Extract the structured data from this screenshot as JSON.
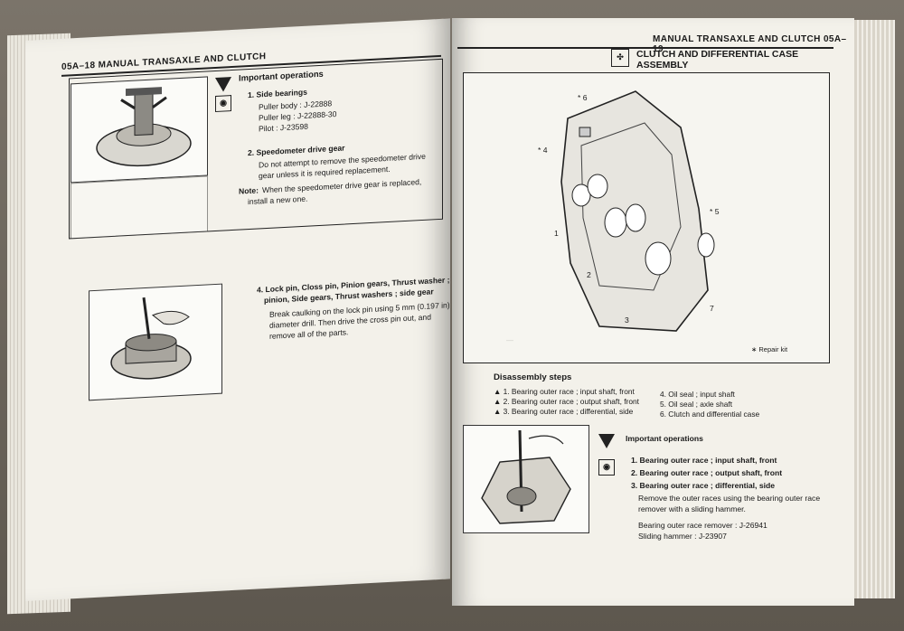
{
  "left_page": {
    "header": "05A–18  MANUAL TRANSAXLE AND CLUTCH",
    "important_title": "Important operations",
    "item1_title": "1.  Side bearings",
    "item1_lines": [
      "Puller body : J-22888",
      "Puller leg : J-22888-30",
      "Pilot : J-23598"
    ],
    "item2_title": "2.  Speedometer drive gear",
    "item2_lines": [
      "Do not attempt to remove the speedometer drive",
      "gear unless it is required replacement."
    ],
    "note_label": "Note:",
    "note_lines": [
      "When the speedometer drive gear is replaced,",
      "install a new one."
    ],
    "item4_title_lines": [
      "4.  Lock pin, Closs pin, Pinion gears, Thrust washer ;",
      "pinion, Side gears, Thrust washers ; side gear"
    ],
    "item4_lines": [
      "Break caulking on the lock pin using 5 mm (0.197 in)",
      "diameter drill.  Then drive the cross pin out, and",
      "remove all of the parts."
    ]
  },
  "right_page": {
    "header": "MANUAL TRANSAXLE AND CLUTCH  05A–19",
    "section_title_lines": [
      "CLUTCH AND DIFFERENTIAL CASE",
      "ASSEMBLY"
    ],
    "callouts": [
      "1",
      "2",
      "3",
      "* 4",
      "* 5",
      "* 6",
      "7"
    ],
    "repair_kit": "∗ Repair kit",
    "disassembly_title": "Disassembly steps",
    "steps_left": [
      "▲  1.  Bearing outer race ; input shaft, front",
      "▲  2.  Bearing outer race ; output shaft, front",
      "▲  3.  Bearing outer race ; differential, side"
    ],
    "steps_right": [
      "4.  Oil seal ; input shaft",
      "5.  Oil seal ; axle shaft",
      "6.  Clutch and differential case"
    ],
    "important_title": "Important operations",
    "ops": [
      "1.  Bearing outer race ; input shaft, front",
      "2.  Bearing outer race ; output shaft, front",
      "3.  Bearing outer race ; differential, side"
    ],
    "ops_desc": [
      "Remove the outer races using the bearing outer race",
      "remover with a sliding hammer."
    ],
    "tools": [
      "Bearing outer race remover : J-26941",
      "Sliding hammer : J-23907"
    ]
  }
}
